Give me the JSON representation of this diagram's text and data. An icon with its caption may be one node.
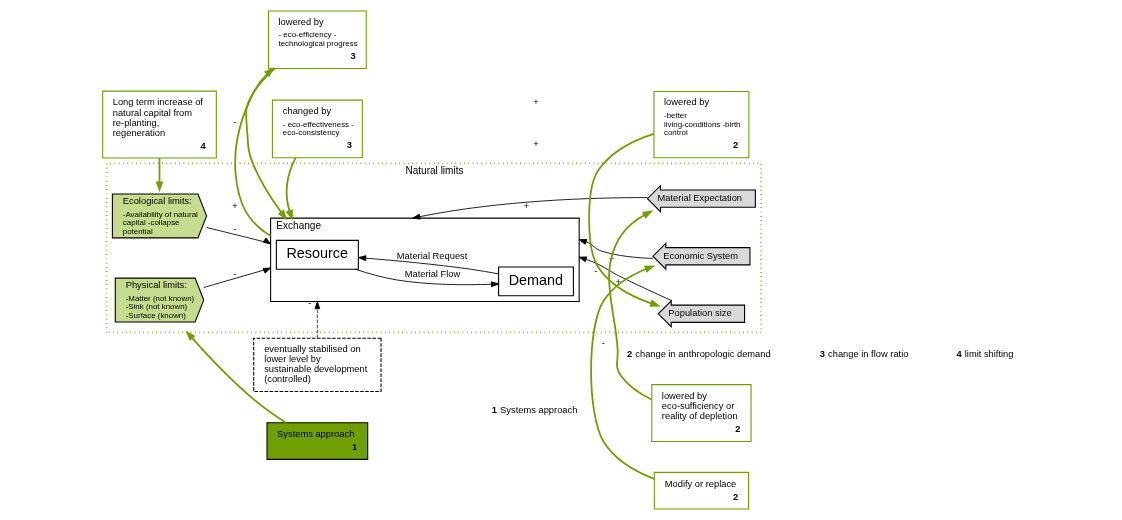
{
  "diagram": {
    "nodes": [
      {
        "text": [
          "Natural limits"
        ]
      },
      {
        "text": [
          "Exchange"
        ],
        "in": 0
      },
      {
        "text": [
          "Physical limits:",
          "-Matter (not known) -Sink (not known) -Surface (known)"
        ],
        "in": 0
      },
      {
        "text": [
          "Ecological limits:",
          "-Availability of natural capital -collapse potential"
        ],
        "in": 0
      },
      {
        "text": [
          "Resource"
        ],
        "in": 1
      },
      {
        "text": [
          "Demand"
        ],
        "in": 1
      },
      {
        "text": [
          "Population size"
        ],
        "in": 0
      },
      {
        "text": [
          "Economic System"
        ],
        "in": 0
      },
      {
        "text": [
          "Material Expectation"
        ],
        "in": 0
      },
      {
        "text": [
          "lowered by",
          "- eco-efficiency - technological progress",
          "3"
        ]
      },
      {
        "text": [
          "changed by",
          "- eco-effectiveness - eco-consistency",
          "3"
        ]
      },
      {
        "text": [
          "lowered by",
          "-better living-conditions -birth control",
          "2"
        ]
      },
      {
        "text": [
          "Long term increase of natural capital from re-planting, regeneration",
          "4"
        ]
      },
      {
        "text": [
          "eventually stabilised on lower level by sustainable development (controlled)"
        ]
      },
      {
        "text": [
          "Systems approach",
          "1"
        ]
      },
      {
        "text": [
          "lowered by eco-sufficiency or reality of depletion",
          "2"
        ]
      },
      {
        "text": [
          "Modify or replace",
          "2"
        ]
      }
    ],
    "edges": [
      {
        "from": 2,
        "to": 1,
        "arrow": "to",
        "label": "-",
        "color": "#000000"
      },
      {
        "from": 3,
        "to": 1,
        "arrow": "to",
        "label": "-",
        "color": "#000000"
      },
      {
        "from": 4,
        "to": 5,
        "arrow": "to",
        "label": "Material Flow",
        "color": "#000000"
      },
      {
        "from": 5,
        "to": 4,
        "arrow": "to",
        "label": "Material Request",
        "color": "#000000"
      },
      {
        "from": 6,
        "to": 1,
        "arrow": "to",
        "label": "+",
        "color": "#000000"
      },
      {
        "from": 7,
        "to": 1,
        "arrow": "to",
        "label": "+",
        "color": "#000000"
      },
      {
        "from": 8,
        "to": 1,
        "arrow": "to",
        "label": "+",
        "color": "#000000"
      },
      {
        "from": 1,
        "to": 9,
        "arrow": "to",
        "label": "+",
        "color": "#6f9f00"
      },
      {
        "from": 9,
        "to": 1,
        "arrow": "to",
        "label": "-",
        "color": "#6f9f00"
      },
      {
        "from": 10,
        "to": 1,
        "arrow": "to",
        "color": "#6f9f00"
      },
      {
        "from": 11,
        "to": 6,
        "arrow": "to",
        "label": "-",
        "color": "#6f9f00"
      },
      {
        "from": 12,
        "to": 3,
        "arrow": "to",
        "color": "#6f9f00"
      },
      {
        "from": 13,
        "to": 1,
        "arrow": "to",
        "label": "-",
        "style": "dashed",
        "color": "#000000"
      },
      {
        "from": 14,
        "to": 0,
        "arrow": "to",
        "color": "#6f9f00"
      },
      {
        "from": 15,
        "to": 8,
        "arrow": "to",
        "label": "-",
        "color": "#6f9f00"
      },
      {
        "from": 16,
        "to": 7,
        "arrow": "to",
        "color": "#6f9f00"
      }
    ],
    "labels": [
      "+",
      "+",
      "**1** Systems approach",
      "**2** change in anthropologic demand",
      "**3**  change in flow ratio",
      "**4** limit shifting"
    ]
  }
}
